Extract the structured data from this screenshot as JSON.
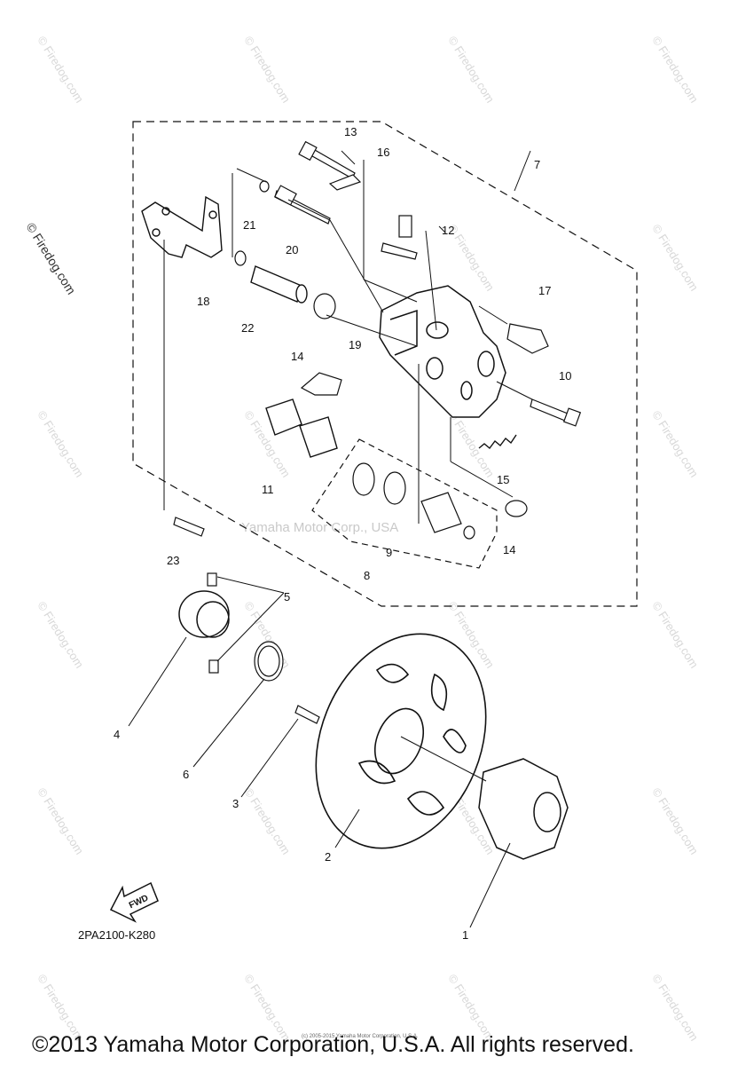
{
  "watermarks": {
    "site": "© Firedog.com",
    "center": "Yamaha Motor Corp., USA"
  },
  "part_labels": {
    "p1": "1",
    "p2": "2",
    "p3": "3",
    "p4": "4",
    "p5": "5",
    "p6": "6",
    "p7": "7",
    "p8": "8",
    "p9": "9",
    "p10": "10",
    "p11": "11",
    "p12": "12",
    "p13": "13",
    "p14a": "14",
    "p14b": "14",
    "p15": "15",
    "p16": "16",
    "p17": "17",
    "p18": "18",
    "p19": "19",
    "p20": "20",
    "p21": "21",
    "p22": "22",
    "p23": "23"
  },
  "fwd_label": "FWD",
  "diagram_code": "2PA2100-K280",
  "small_copyright": "(c) 2005-2015 Yamaha Motor Corporation, U.S.A.",
  "copyright": "©2013 Yamaha Motor Corporation, U.S.A. All rights reserved."
}
